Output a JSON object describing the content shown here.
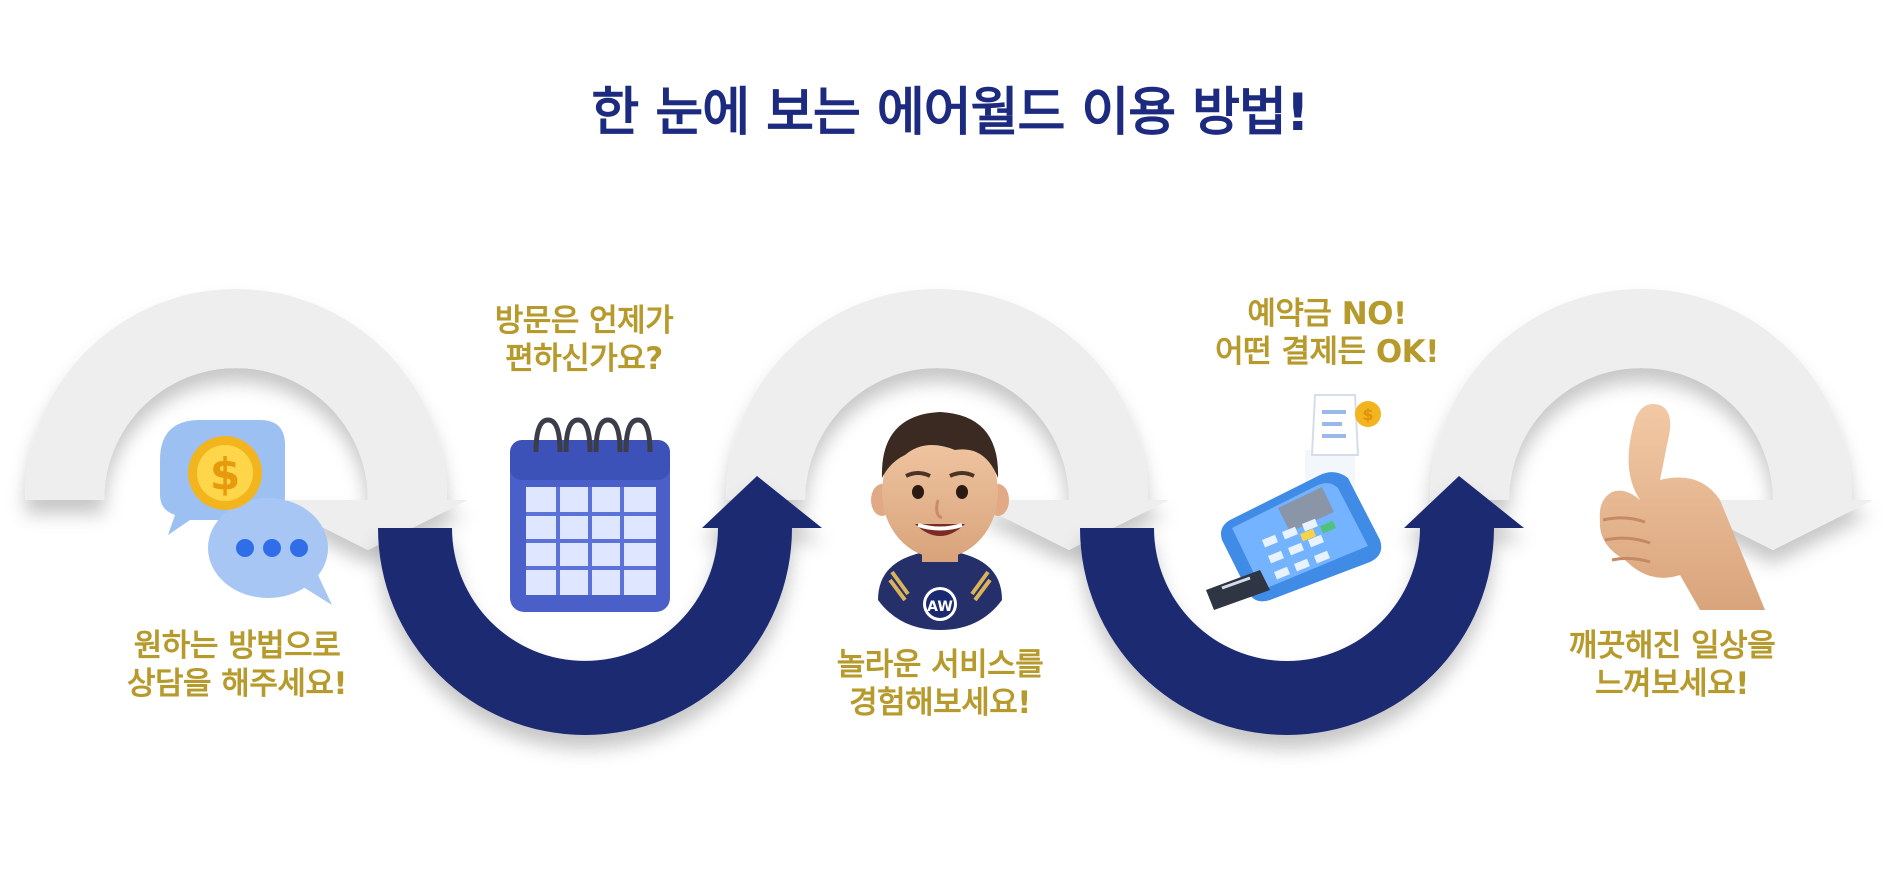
{
  "title": "한 눈에 보는 에어월드 이용 방법!",
  "colors": {
    "title": "#1c2b7f",
    "caption": "#b79a2c",
    "navy_arrow": "#1a2a72",
    "gray_arrow": "#eeeeee"
  },
  "steps": [
    {
      "icon": "chat-coin-icon",
      "caption": [
        "원하는 방법으로",
        "상담을 해주세요!"
      ]
    },
    {
      "icon": "calendar-icon",
      "caption": [
        "방문은 언제가",
        "편하신가요?"
      ]
    },
    {
      "icon": "staff-avatar-icon",
      "caption": [
        "놀라운 서비스를",
        "경험해보세요!"
      ]
    },
    {
      "icon": "card-terminal-icon",
      "caption": [
        "예약금 NO!",
        "어떤 결제든 OK!"
      ]
    },
    {
      "icon": "thumbs-up-icon",
      "caption": [
        "깨끗해진 일상을",
        "느껴보세요!"
      ]
    }
  ]
}
